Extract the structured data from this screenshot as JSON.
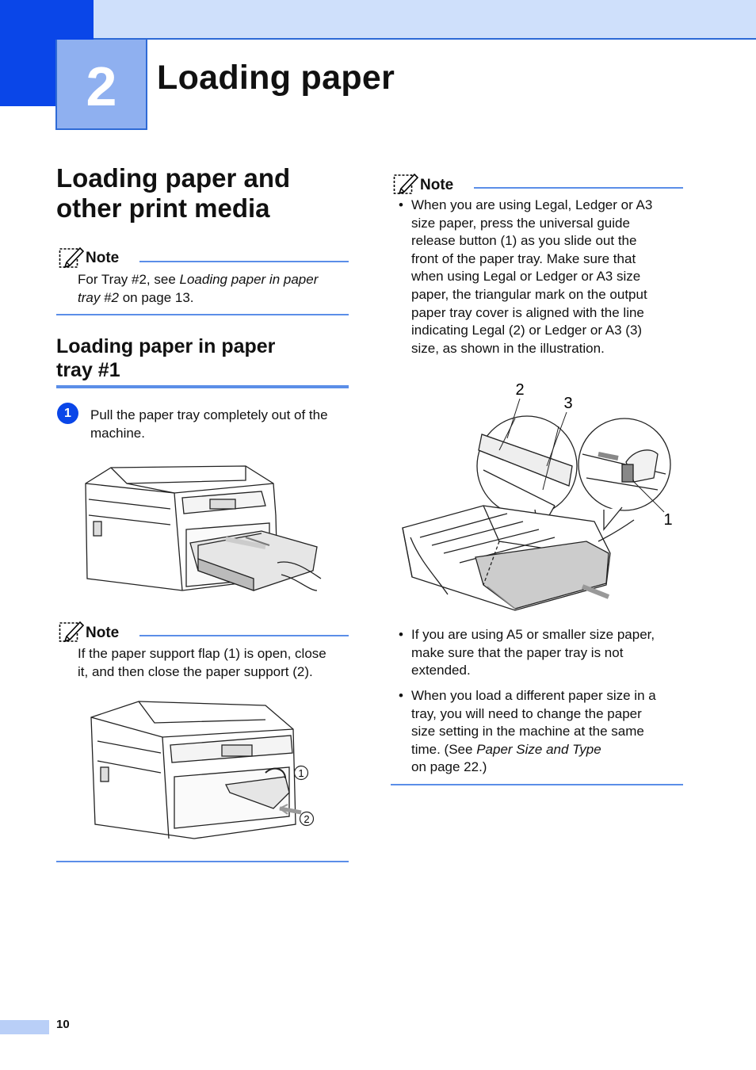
{
  "chapter": {
    "number": "2",
    "title": "Loading paper"
  },
  "section": {
    "title_line1": "Loading paper and",
    "title_line2": "other print media"
  },
  "note1": {
    "label": "Note",
    "text_pre": "For Tray #2, see ",
    "text_italic_1": "Loading paper in paper",
    "text_italic_2": "tray #2",
    "text_post": " on page 13."
  },
  "subsection": {
    "title_line1": "Loading paper in paper",
    "title_line2": "tray #1"
  },
  "step1": {
    "number": "1",
    "text_line1": "Pull the paper tray completely out of the",
    "text_line2": "machine."
  },
  "note2": {
    "label": "Note",
    "text_line1": "If the paper support flap (1) is open, close",
    "text_line2": "it, and then close the paper support (2).",
    "callout_1": "1",
    "callout_2": "2"
  },
  "note3": {
    "label": "Note",
    "bullet": "•",
    "lines": [
      "When you are using Legal, Ledger or A3",
      "size paper, press the universal guide",
      "release button (1) as you slide out the",
      "front of the paper tray. Make sure that",
      "when using Legal or Ledger or A3 size",
      "paper, the triangular mark on the output",
      "paper tray cover is aligned with the line",
      "indicating Legal (2) or Ledger or A3 (3)",
      "size, as shown in the illustration."
    ],
    "callout_1": "1",
    "callout_2": "2",
    "callout_3": "3",
    "bullet2_lines": [
      "If you are using A5 or smaller size paper,",
      "make sure that the paper tray is not",
      "extended."
    ],
    "bullet3_lines": [
      "When you load a different paper size in a",
      "tray, you will need to change the paper",
      "size setting in the machine at the same"
    ],
    "bullet3_line4_pre": "time. (See ",
    "bullet3_line4_italic": "Paper Size and Type",
    "bullet3_line5": "on page 22.)"
  },
  "footer": {
    "page_number": "10"
  },
  "colors": {
    "accent_dark": "#0a46e8",
    "accent_light": "#cfe0fb",
    "rule": "#5b8ee8"
  }
}
